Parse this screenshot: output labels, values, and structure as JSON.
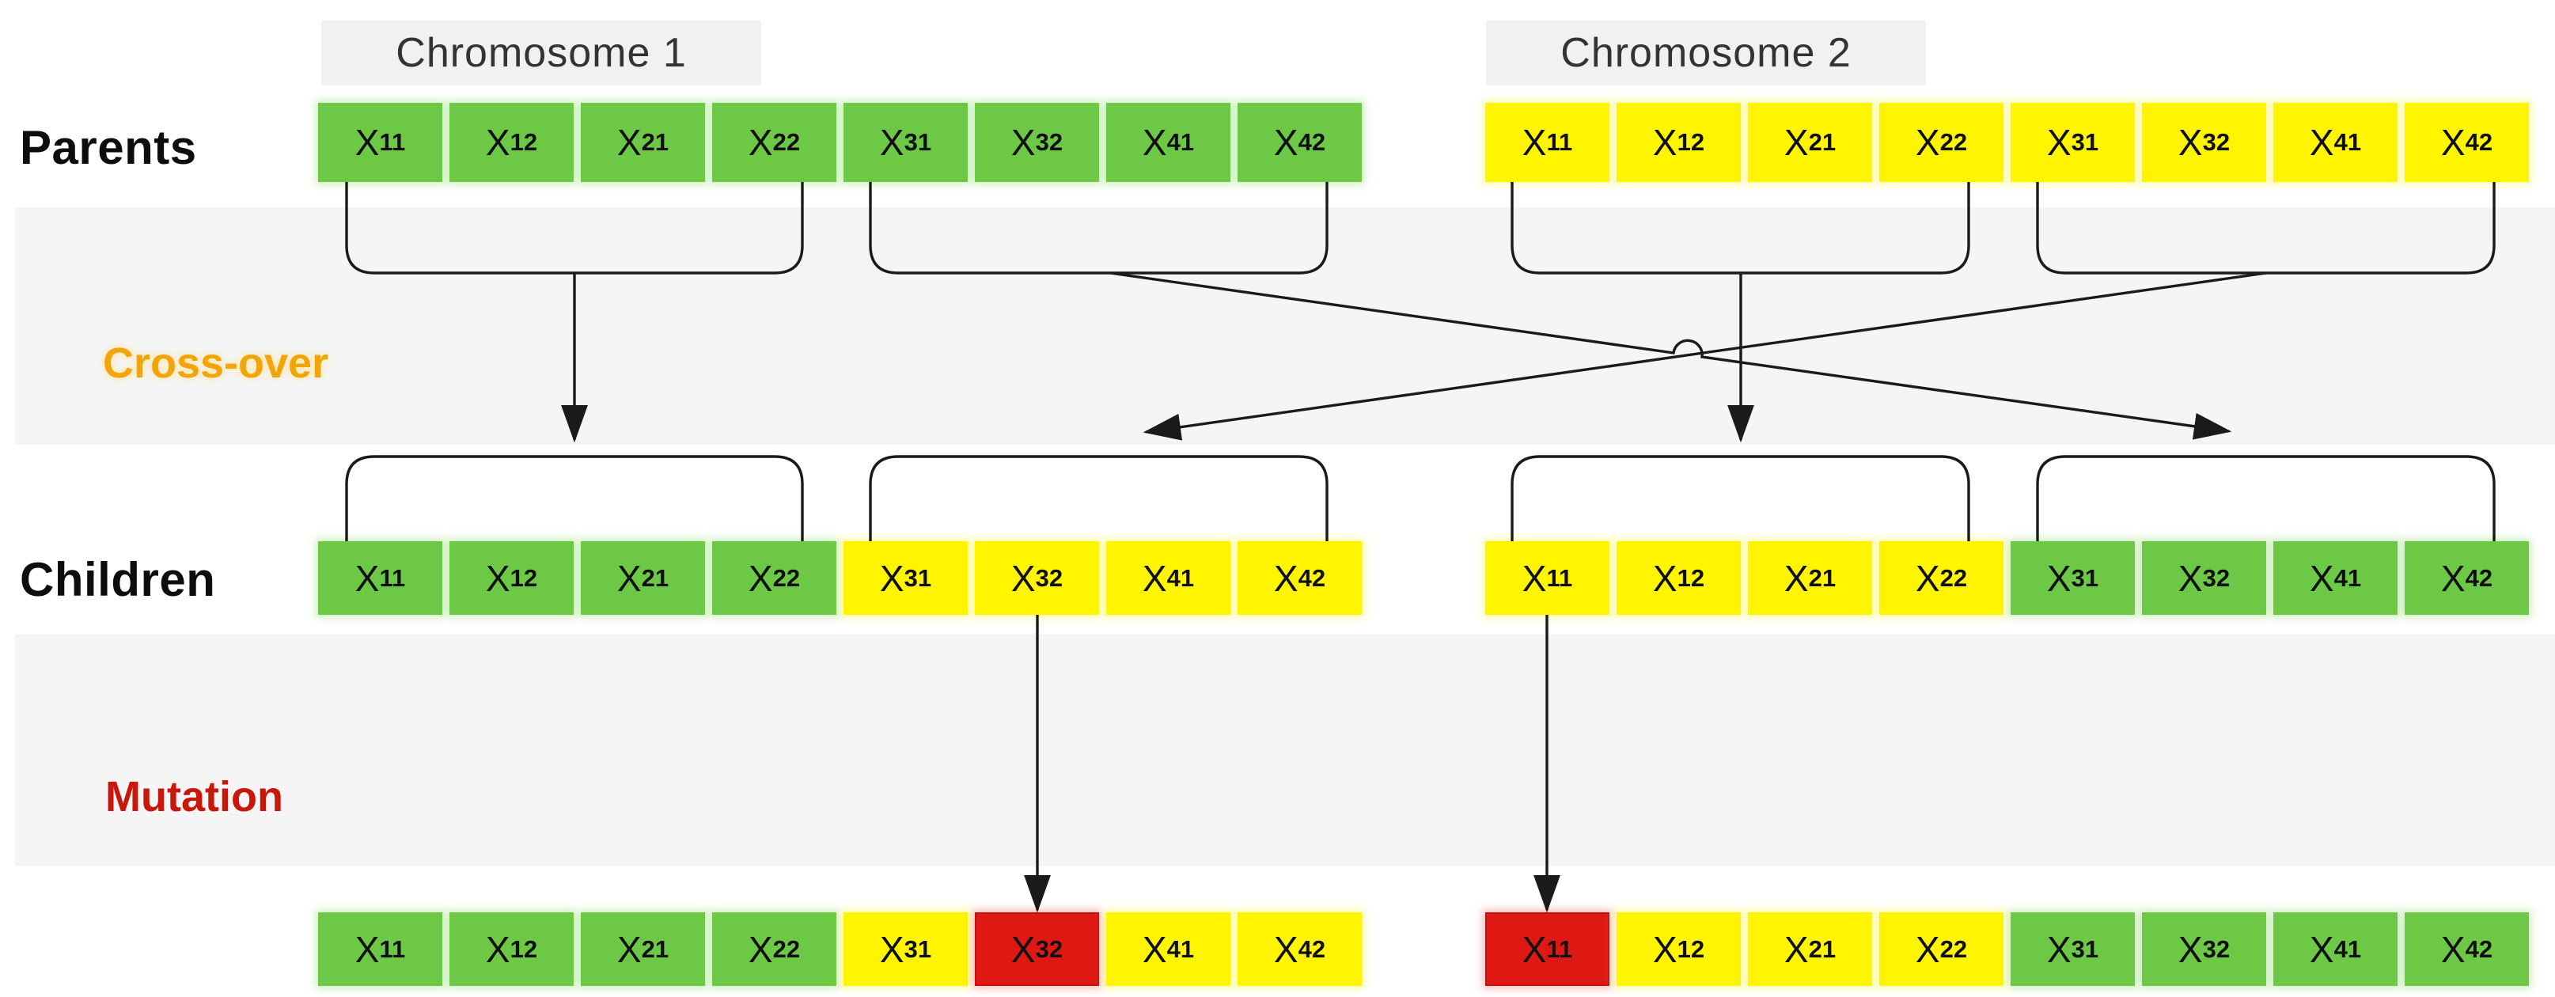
{
  "chromosome_labels": [
    {
      "id": "chromosome-1",
      "label": "Chromosome 1"
    },
    {
      "id": "chromosome-2",
      "label": "Chromosome 2"
    }
  ],
  "stage_labels": {
    "parents": "Parents",
    "crossover": "Cross-over",
    "children": "Children",
    "mutation": "Mutation"
  },
  "gene_base": "X",
  "colors": {
    "gene_green": "#6dc845",
    "gene_yellow": "#fff500",
    "gene_red": "#de1914",
    "band_gray": "#f5f5f6",
    "label_box_gray": "#f1f1f2",
    "crossover_text": "#f2a50b",
    "mutation_text": "#c9170c",
    "row_label_text": "#0d0d0d",
    "chromosome_text": "#333333",
    "line": "#1a1a1a"
  },
  "rows": {
    "parents": [
      {
        "id": "parent-1",
        "cells": [
          {
            "sub": "11",
            "color": "green"
          },
          {
            "sub": "12",
            "color": "green"
          },
          {
            "sub": "21",
            "color": "green"
          },
          {
            "sub": "22",
            "color": "green"
          },
          {
            "sub": "31",
            "color": "green"
          },
          {
            "sub": "32",
            "color": "green"
          },
          {
            "sub": "41",
            "color": "green"
          },
          {
            "sub": "42",
            "color": "green"
          }
        ]
      },
      {
        "id": "parent-2",
        "cells": [
          {
            "sub": "11",
            "color": "yellow"
          },
          {
            "sub": "12",
            "color": "yellow"
          },
          {
            "sub": "21",
            "color": "yellow"
          },
          {
            "sub": "22",
            "color": "yellow"
          },
          {
            "sub": "31",
            "color": "yellow"
          },
          {
            "sub": "32",
            "color": "yellow"
          },
          {
            "sub": "41",
            "color": "yellow"
          },
          {
            "sub": "42",
            "color": "yellow"
          }
        ]
      }
    ],
    "children": [
      {
        "id": "child-1",
        "cells": [
          {
            "sub": "11",
            "color": "green"
          },
          {
            "sub": "12",
            "color": "green"
          },
          {
            "sub": "21",
            "color": "green"
          },
          {
            "sub": "22",
            "color": "green"
          },
          {
            "sub": "31",
            "color": "yellow"
          },
          {
            "sub": "32",
            "color": "yellow"
          },
          {
            "sub": "41",
            "color": "yellow"
          },
          {
            "sub": "42",
            "color": "yellow"
          }
        ]
      },
      {
        "id": "child-2",
        "cells": [
          {
            "sub": "11",
            "color": "yellow"
          },
          {
            "sub": "12",
            "color": "yellow"
          },
          {
            "sub": "21",
            "color": "yellow"
          },
          {
            "sub": "22",
            "color": "yellow"
          },
          {
            "sub": "31",
            "color": "green"
          },
          {
            "sub": "32",
            "color": "green"
          },
          {
            "sub": "41",
            "color": "green"
          },
          {
            "sub": "42",
            "color": "green"
          }
        ]
      }
    ],
    "mutation_result": [
      {
        "id": "mutated-1",
        "cells": [
          {
            "sub": "11",
            "color": "green"
          },
          {
            "sub": "12",
            "color": "green"
          },
          {
            "sub": "21",
            "color": "green"
          },
          {
            "sub": "22",
            "color": "green"
          },
          {
            "sub": "31",
            "color": "yellow"
          },
          {
            "sub": "32",
            "color": "red"
          },
          {
            "sub": "41",
            "color": "yellow"
          },
          {
            "sub": "42",
            "color": "yellow"
          }
        ]
      },
      {
        "id": "mutated-2",
        "cells": [
          {
            "sub": "11",
            "color": "red"
          },
          {
            "sub": "12",
            "color": "yellow"
          },
          {
            "sub": "21",
            "color": "yellow"
          },
          {
            "sub": "22",
            "color": "yellow"
          },
          {
            "sub": "31",
            "color": "green"
          },
          {
            "sub": "32",
            "color": "green"
          },
          {
            "sub": "41",
            "color": "green"
          },
          {
            "sub": "42",
            "color": "green"
          }
        ]
      }
    ]
  }
}
